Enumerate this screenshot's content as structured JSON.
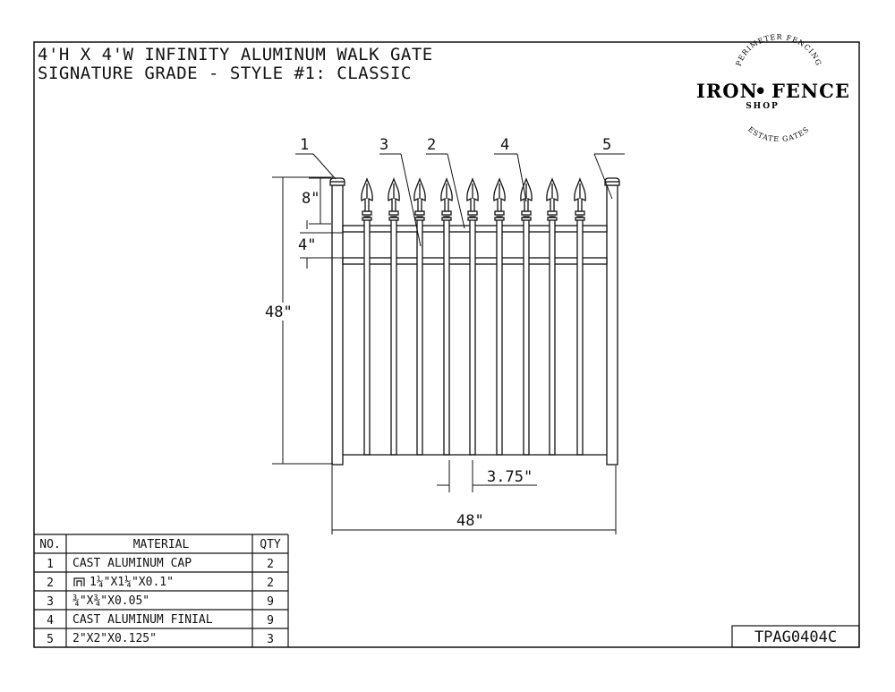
{
  "title": {
    "line1": "4'H X 4'W INFINITY ALUMINUM WALK GATE",
    "line2": "SIGNATURE GRADE - STYLE #1: CLASSIC"
  },
  "logo": {
    "top_arc": "PERIMETER FENCING",
    "brand_left": "IRON",
    "brand_right": "FENCE",
    "sub": "SHOP",
    "bottom_arc": "ESTATE GATES"
  },
  "callouts": [
    "1",
    "2",
    "3",
    "4",
    "5"
  ],
  "dimensions": {
    "picket_spacing": "3.75\"",
    "total_width": "48\"",
    "total_height": "48\"",
    "finial_height": "8\"",
    "rail_gap": "4\""
  },
  "table": {
    "headers": {
      "no": "NO.",
      "material": "MATERIAL",
      "qty": "QTY"
    },
    "rows": [
      {
        "no": "1",
        "material": "CAST ALUMINUM CAP",
        "qty": "2"
      },
      {
        "no": "2",
        "material": "1¼\"X1¼\"X0.1\"",
        "qty": "2"
      },
      {
        "no": "3",
        "material": "¾\"X¾\"X0.05\"",
        "qty": "9"
      },
      {
        "no": "4",
        "material": "CAST ALUMINUM FINIAL",
        "qty": "9"
      },
      {
        "no": "5",
        "material": "2\"X2\"X0.125\"",
        "qty": "3"
      }
    ]
  },
  "part_number": "TPAG0404C"
}
